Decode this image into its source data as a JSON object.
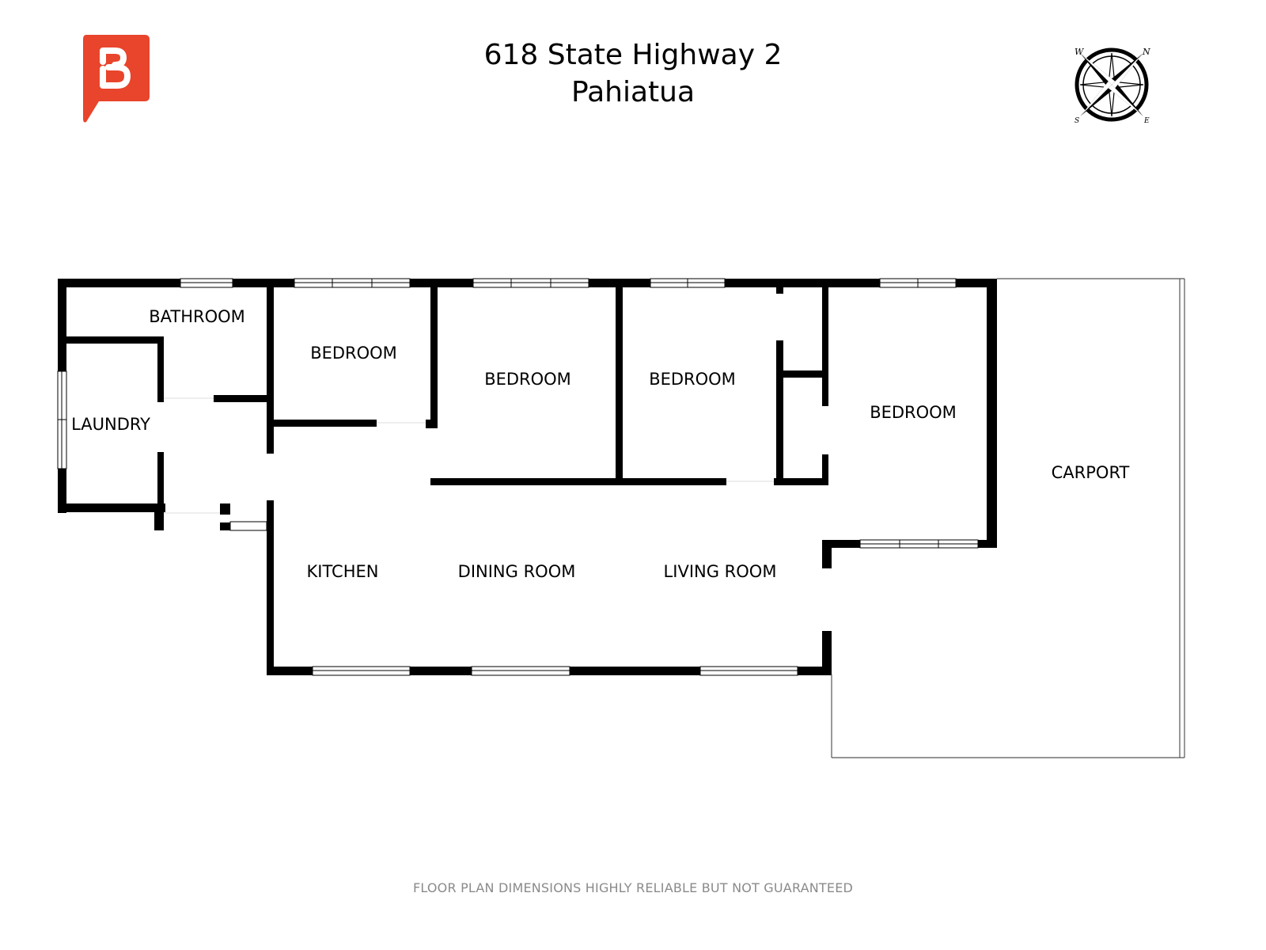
{
  "header": {
    "address_line1": "618 State Highway 2",
    "address_line2": "Pahiatua"
  },
  "logo": {
    "letter": "B",
    "color": "#e8452c",
    "icon": "speech-bubble-b-logo"
  },
  "compass": {
    "icon": "compass-rose-icon",
    "labels": {
      "north": "N",
      "east": "E",
      "south": "S",
      "west": "W"
    }
  },
  "rooms": {
    "bathroom": "BATHROOM",
    "laundry": "LAUNDRY",
    "bedroom1": "BEDROOM",
    "bedroom2": "BEDROOM",
    "bedroom3": "BEDROOM",
    "bedroom4": "BEDROOM",
    "carport": "CARPORT",
    "kitchen": "KITCHEN",
    "dining_room": "DINING ROOM",
    "living_room": "LIVING ROOM"
  },
  "footer": {
    "disclaimer": "FLOOR PLAN DIMENSIONS HIGHLY RELIABLE BUT NOT GUARANTEED"
  },
  "colors": {
    "wall": "#000000",
    "background": "#ffffff",
    "disclaimer_text": "#8a8a8a"
  }
}
